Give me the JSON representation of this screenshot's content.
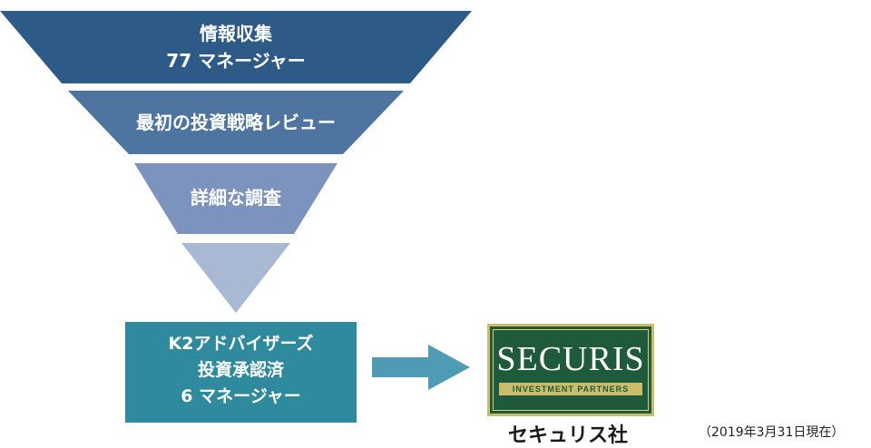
{
  "funnel": {
    "stages": [
      {
        "lines": [
          "情報収集",
          "77 マネージャー"
        ],
        "color": "#2d5a87"
      },
      {
        "lines": [
          "最初の投資戦略レビュー"
        ],
        "color": "#4e74a0"
      },
      {
        "lines": [
          "詳細な調査"
        ],
        "color": "#7b93bd"
      },
      {
        "lines": [],
        "color": "#a9b9d4"
      }
    ]
  },
  "final": {
    "lines": [
      "K2アドバイザーズ",
      "投資承認済",
      "6 マネージャー"
    ],
    "color": "#2f8a9e"
  },
  "arrow": {
    "color": "#4f9bb3"
  },
  "logo": {
    "word": "SECURIS",
    "tagline": "INVESTMENT PARTNERS"
  },
  "company_name": "セキュリス社",
  "date_note": "（2019年3月31日現在）"
}
